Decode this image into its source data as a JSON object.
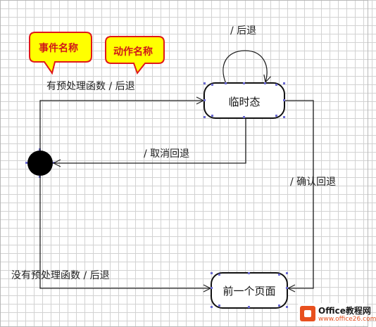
{
  "callouts": {
    "event_name": "事件名称",
    "action_name": "动作名称"
  },
  "states": {
    "temporary": "临时态",
    "previous_page": "前一个页面"
  },
  "transitions": {
    "self_back": "/ 后退",
    "has_preprocess_back": "有预处理函数 / 后退",
    "cancel_back": "/ 取消回退",
    "confirm_back": "/ 确认回退",
    "no_preprocess_back": "没有预处理函数 / 后退"
  },
  "watermark": {
    "title": "Office教程网",
    "url": "www.office26.com"
  },
  "colors": {
    "callout_fill": "#ffff00",
    "callout_border": "#e01818",
    "callout_text": "#d01818",
    "handle": "#6a6ad0",
    "logo_accent": "#e8501e"
  }
}
